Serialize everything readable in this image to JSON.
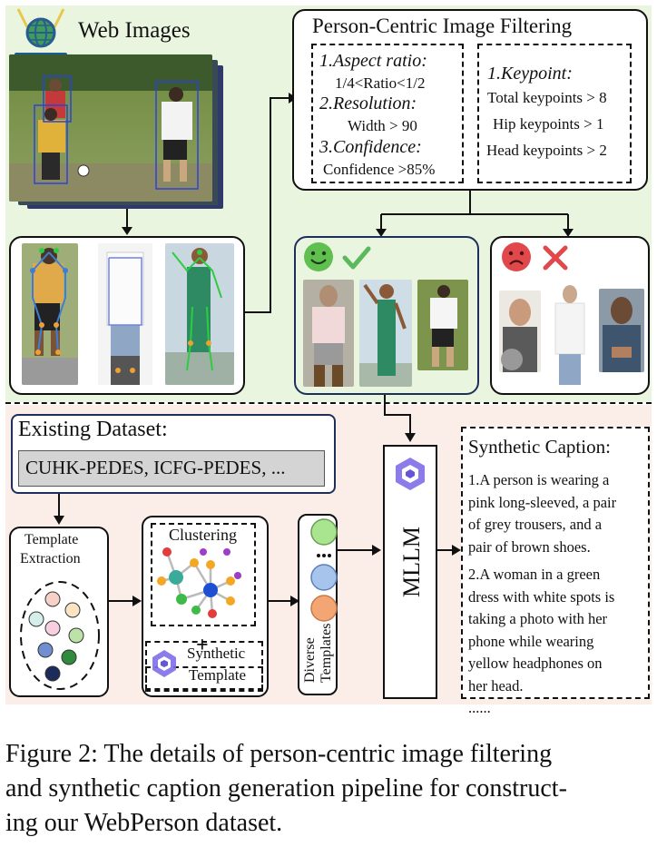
{
  "web_images": {
    "title": "Web Images"
  },
  "filtering": {
    "title": "Person-Centric Image Filtering",
    "left_rules": [
      {
        "label": "1.Aspect ratio:",
        "value": "1/4<Ratio<1/2"
      },
      {
        "label": "2.Resolution:",
        "value": "Width > 90"
      },
      {
        "label": "3.Confidence:",
        "value": "Confidence >85%"
      }
    ],
    "right_title": "1.Keypoint:",
    "right_rules": [
      "Total keypoints > 8",
      "Hip keypoints > 1",
      "Head keypoints > 2"
    ]
  },
  "existing": {
    "title": "Existing Dataset:",
    "datasets": "CUHK-PEDES, ICFG-PEDES, ..."
  },
  "template_extraction": {
    "label_line1": "Template",
    "label_line2": "Extraction"
  },
  "clustering": {
    "label": "Clustering",
    "plus": "+"
  },
  "synthetic_template": {
    "line1": "Synthetic",
    "line2": "Template"
  },
  "diverse": {
    "label_line1": "Diverse",
    "label_line2": "Templates"
  },
  "mllm": {
    "label": "MLLM"
  },
  "synthetic_caption": {
    "title": "Synthetic Caption:",
    "lines": [
      "1.A person is wearing a",
      "pink long-sleeved, a pair",
      "of grey trousers, and a",
      "pair of brown shoes.",
      "2.A woman in a green",
      "dress with white spots is",
      "taking a photo with her",
      "phone while wearing",
      "yellow headphones on",
      "her head.",
      "......"
    ]
  },
  "caption": {
    "line1": "Figure 2: The details of person-centric image filtering",
    "line2": "and synthetic caption generation pipeline for construct-",
    "line3": "ing our WebPerson dataset."
  },
  "colors": {
    "top_bg": "#eaf5e0",
    "bottom_bg": "#fbeee9",
    "accept_border": "#1f2f5c",
    "check_green": "#5cb85c",
    "cross_red": "#e2474b",
    "smile_green": "#5fbf4f",
    "sad_red": "#e2474b"
  },
  "icons": [
    "globe-icon",
    "smile-icon",
    "check-icon",
    "sad-icon",
    "cross-icon",
    "qwen-logo-icon"
  ]
}
